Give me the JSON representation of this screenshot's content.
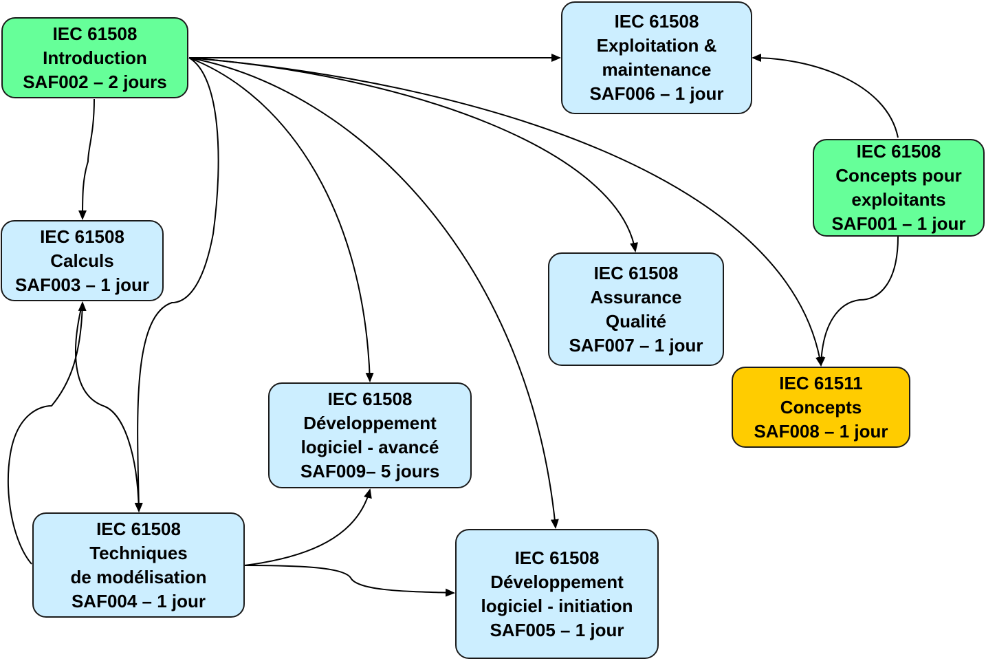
{
  "colors": {
    "green": "#66ff99",
    "blue": "#cceeff",
    "orange": "#ffcc00",
    "edge": "#000000"
  },
  "nodes": [
    {
      "id": "saf002",
      "name": "node-saf002-introduction",
      "color": "green",
      "lines": [
        "IEC 61508",
        "Introduction",
        "SAF002 – 2 jours"
      ]
    },
    {
      "id": "saf006",
      "name": "node-saf006-exploitation-maintenance",
      "color": "blue",
      "lines": [
        "IEC 61508",
        "Exploitation &",
        "maintenance",
        "SAF006 – 1 jour"
      ]
    },
    {
      "id": "saf001",
      "name": "node-saf001-concepts-exploitants",
      "color": "green",
      "lines": [
        "IEC 61508",
        "Concepts pour",
        "exploitants",
        "SAF001 – 1 jour"
      ]
    },
    {
      "id": "saf003",
      "name": "node-saf003-calculs",
      "color": "blue",
      "lines": [
        "IEC 61508",
        "Calculs",
        "SAF003 – 1 jour"
      ]
    },
    {
      "id": "saf007",
      "name": "node-saf007-assurance-qualite",
      "color": "blue",
      "lines": [
        "IEC 61508",
        "Assurance",
        "Qualité",
        "SAF007 – 1 jour"
      ]
    },
    {
      "id": "saf008",
      "name": "node-saf008-iec61511-concepts",
      "color": "orange",
      "lines": [
        "IEC 61511",
        "Concepts",
        "SAF008 – 1 jour"
      ]
    },
    {
      "id": "saf009",
      "name": "node-saf009-developpement-avance",
      "color": "blue",
      "lines": [
        "IEC 61508",
        "Développement",
        "logiciel - avancé",
        "SAF009– 5 jours"
      ]
    },
    {
      "id": "saf004",
      "name": "node-saf004-techniques-modelisation",
      "color": "blue",
      "lines": [
        "IEC 61508",
        "Techniques",
        "de modélisation",
        "SAF004 – 1 jour"
      ]
    },
    {
      "id": "saf005",
      "name": "node-saf005-developpement-initiation",
      "color": "blue",
      "lines": [
        "IEC 61508",
        "Développement",
        "logiciel - initiation",
        "SAF005 – 1 jour"
      ]
    }
  ],
  "edges": [
    {
      "from": "saf002",
      "to": "saf006"
    },
    {
      "from": "saf002",
      "to": "saf003"
    },
    {
      "from": "saf002",
      "to": "saf004"
    },
    {
      "from": "saf002",
      "to": "saf009"
    },
    {
      "from": "saf002",
      "to": "saf005"
    },
    {
      "from": "saf002",
      "to": "saf007"
    },
    {
      "from": "saf002",
      "to": "saf008"
    },
    {
      "from": "saf001",
      "to": "saf006"
    },
    {
      "from": "saf001",
      "to": "saf008"
    },
    {
      "from": "saf003",
      "to": "saf004"
    },
    {
      "from": "saf004",
      "to": "saf003"
    },
    {
      "from": "saf004",
      "to": "saf009"
    },
    {
      "from": "saf004",
      "to": "saf005"
    }
  ]
}
